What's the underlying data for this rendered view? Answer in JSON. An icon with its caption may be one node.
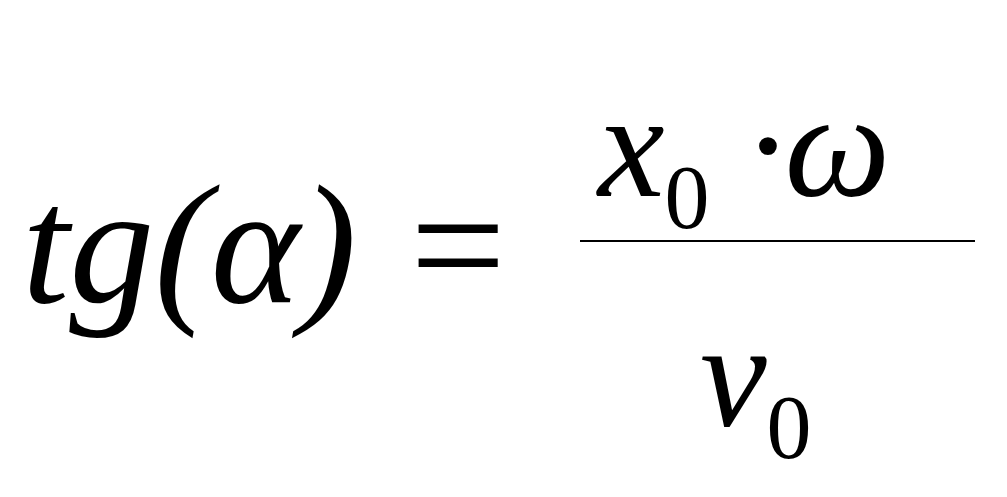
{
  "diagram": {
    "labels": [
      "tg(α) =",
      "x$_{0}$ ·ω",
      "v$_{0}$"
    ]
  }
}
